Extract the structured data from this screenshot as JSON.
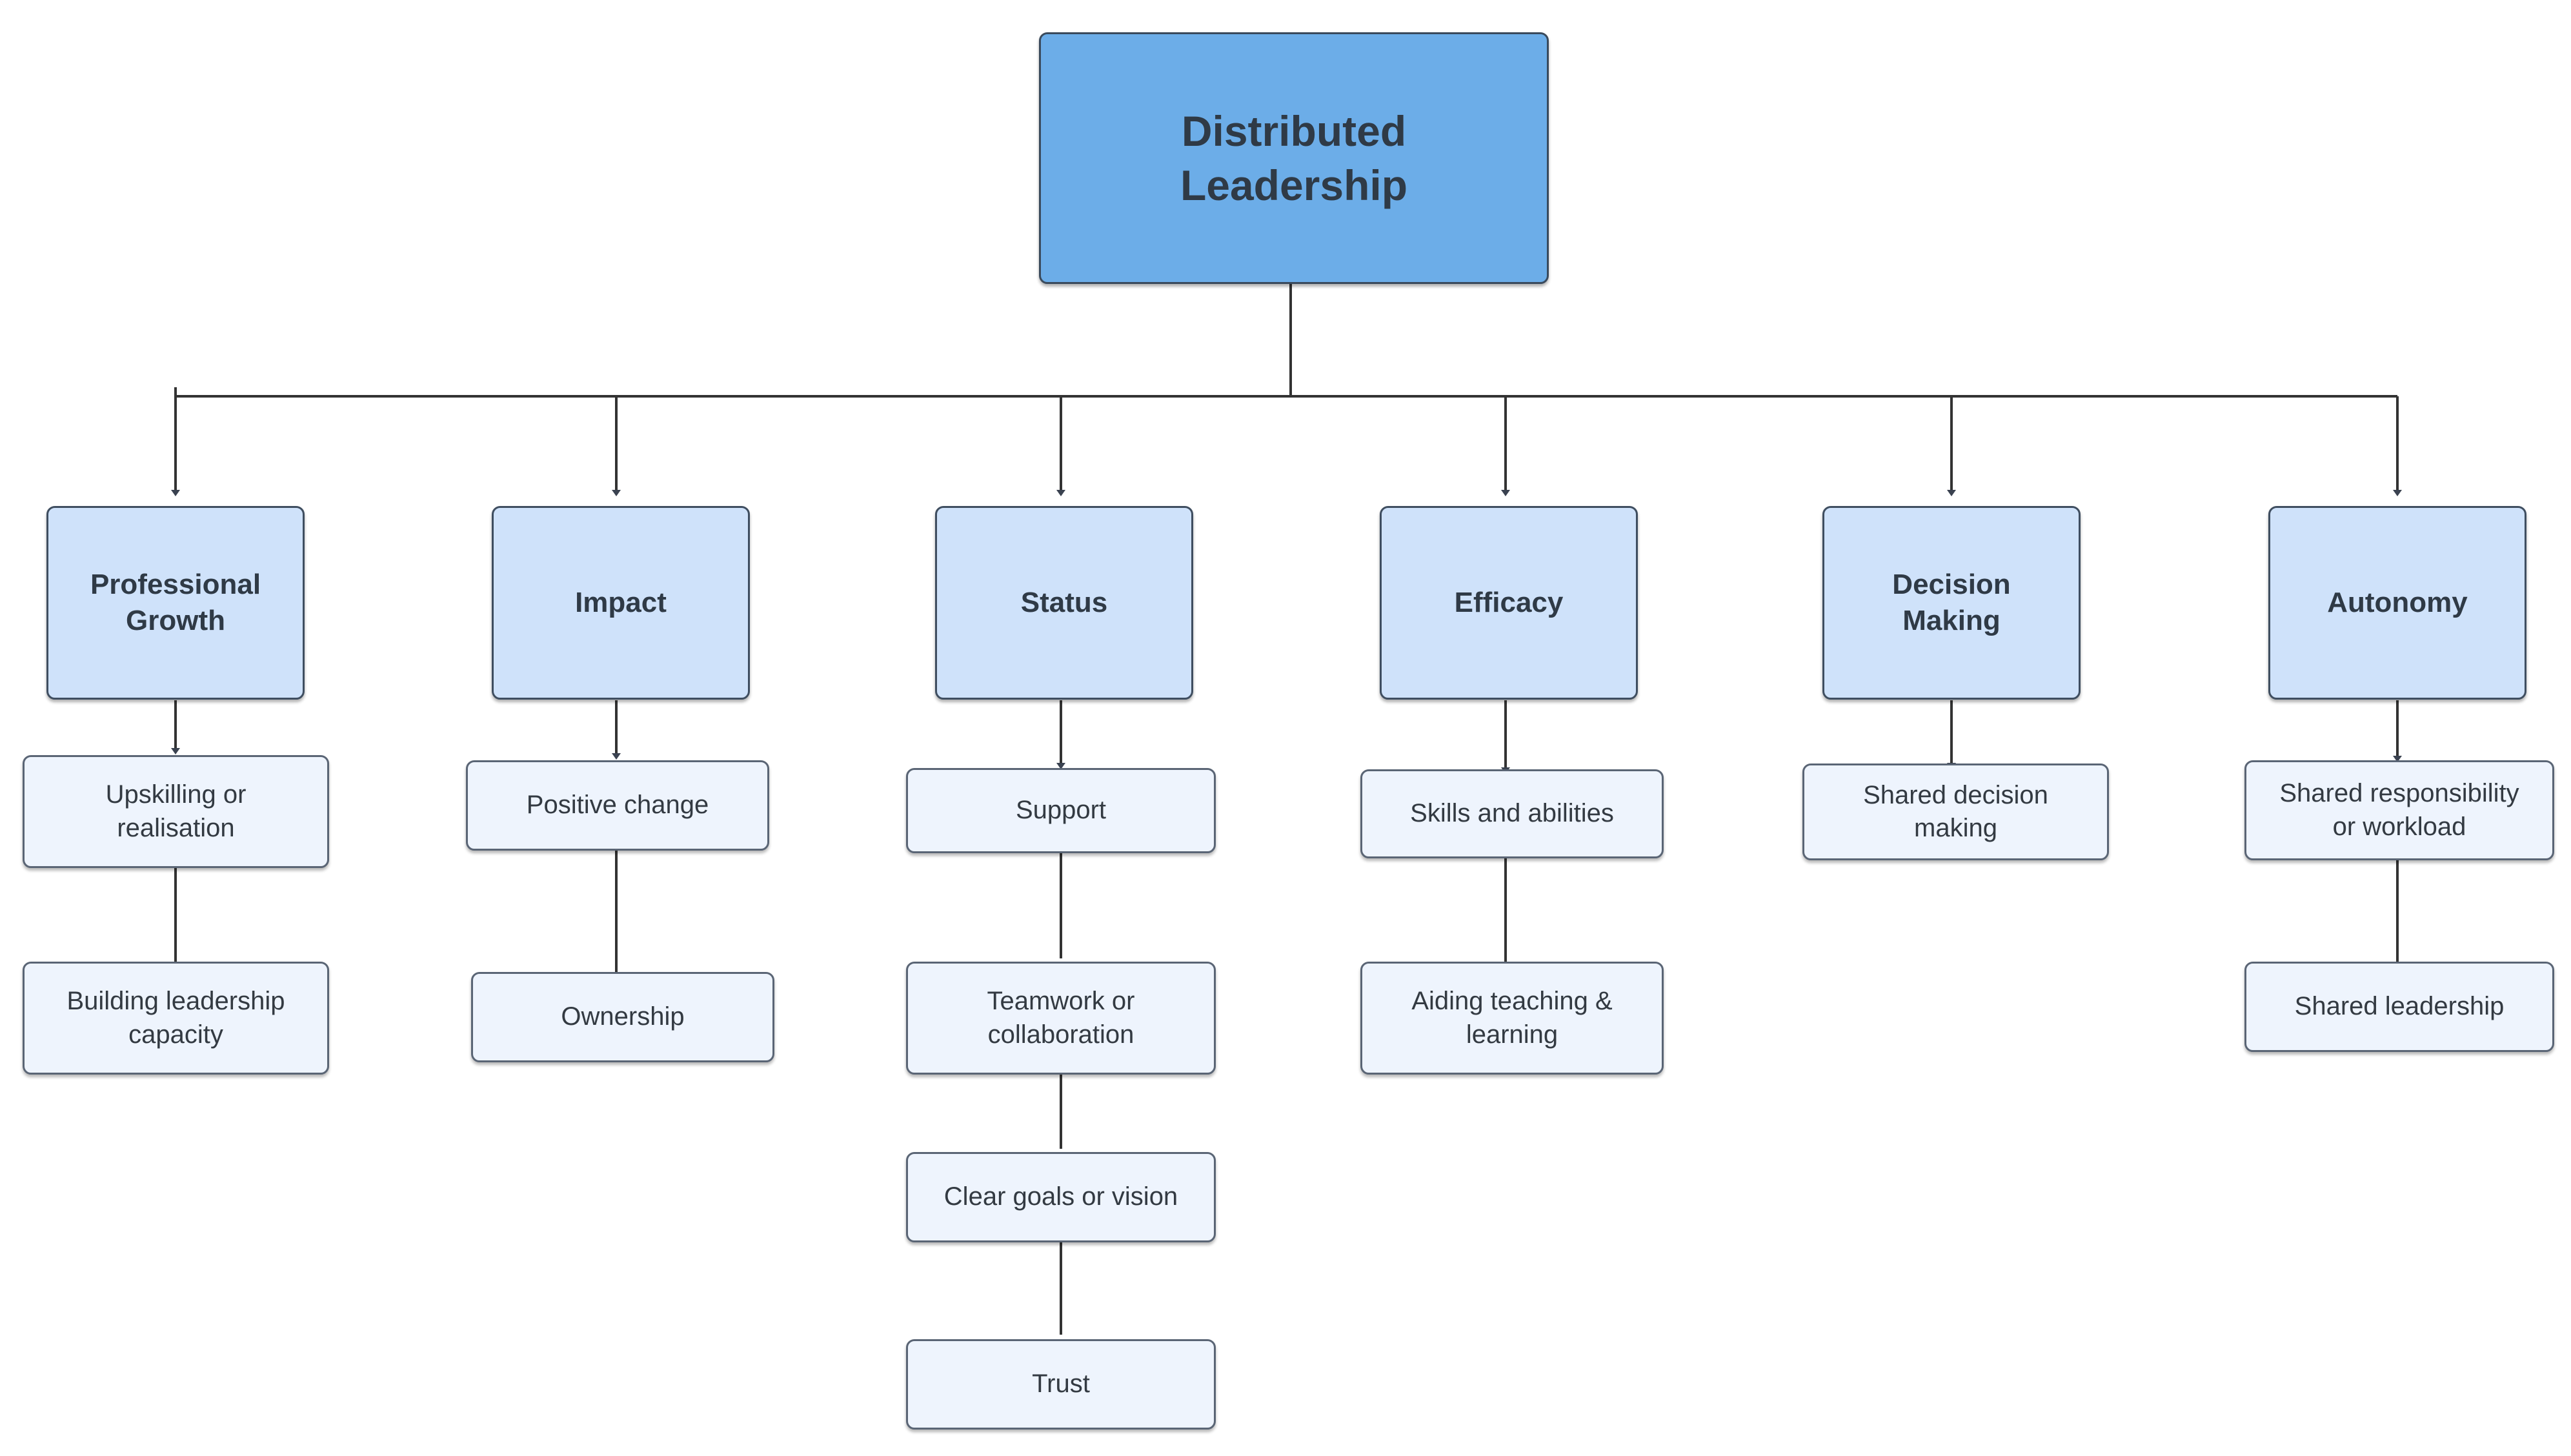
{
  "diagram": {
    "title": "Distributed Leadership",
    "type": "hierarchy-tree",
    "colors": {
      "root_fill": "#6cade8",
      "branch_fill": "#cfe2fa",
      "leaf_fill": "#eef4fd",
      "root_border": "#3a4a5c",
      "branch_border": "#3f4e60",
      "leaf_border": "#5a6575",
      "edge_stroke": "#333333",
      "background": "#ffffff",
      "text": "#2f3a46"
    },
    "root": {
      "label": "Distributed\nLeadership"
    },
    "branches": [
      {
        "label": "Professional\nGrowth",
        "leaves": [
          {
            "label": "Upskilling or\nrealisation"
          },
          {
            "label": "Building leadership\ncapacity"
          }
        ]
      },
      {
        "label": "Impact",
        "leaves": [
          {
            "label": "Positive change"
          },
          {
            "label": "Ownership"
          }
        ]
      },
      {
        "label": "Status",
        "leaves": [
          {
            "label": "Support"
          },
          {
            "label": "Teamwork or\ncollaboration"
          },
          {
            "label": "Clear goals or vision"
          },
          {
            "label": "Trust"
          }
        ]
      },
      {
        "label": "Efficacy",
        "leaves": [
          {
            "label": "Skills and abilities"
          },
          {
            "label": "Aiding teaching &\nlearning"
          }
        ]
      },
      {
        "label": "Decision\nMaking",
        "leaves": [
          {
            "label": "Shared decision\nmaking"
          }
        ]
      },
      {
        "label": "Autonomy",
        "leaves": [
          {
            "label": "Shared responsibility\nor workload"
          },
          {
            "label": "Shared leadership"
          }
        ]
      }
    ]
  }
}
